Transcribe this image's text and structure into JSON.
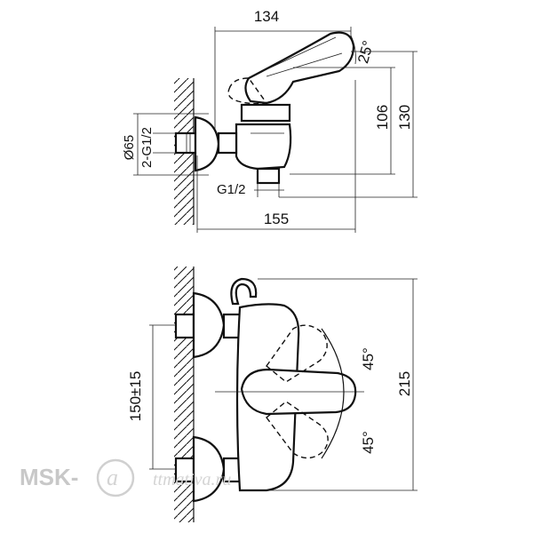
{
  "top_view": {
    "width_top": "134",
    "angle_top": "25°",
    "height_inner": "106",
    "height_outer": "130",
    "diameter": "Ø65",
    "thread_inlet": "2-G1/2",
    "thread_outlet": "G1/2",
    "width_bottom": "155"
  },
  "front_view": {
    "angle_upper": "45°",
    "angle_lower": "45°",
    "center_distance": "150±15",
    "height": "215"
  },
  "watermark": {
    "brand": "MSK-",
    "site": "ttmativa.ru"
  }
}
